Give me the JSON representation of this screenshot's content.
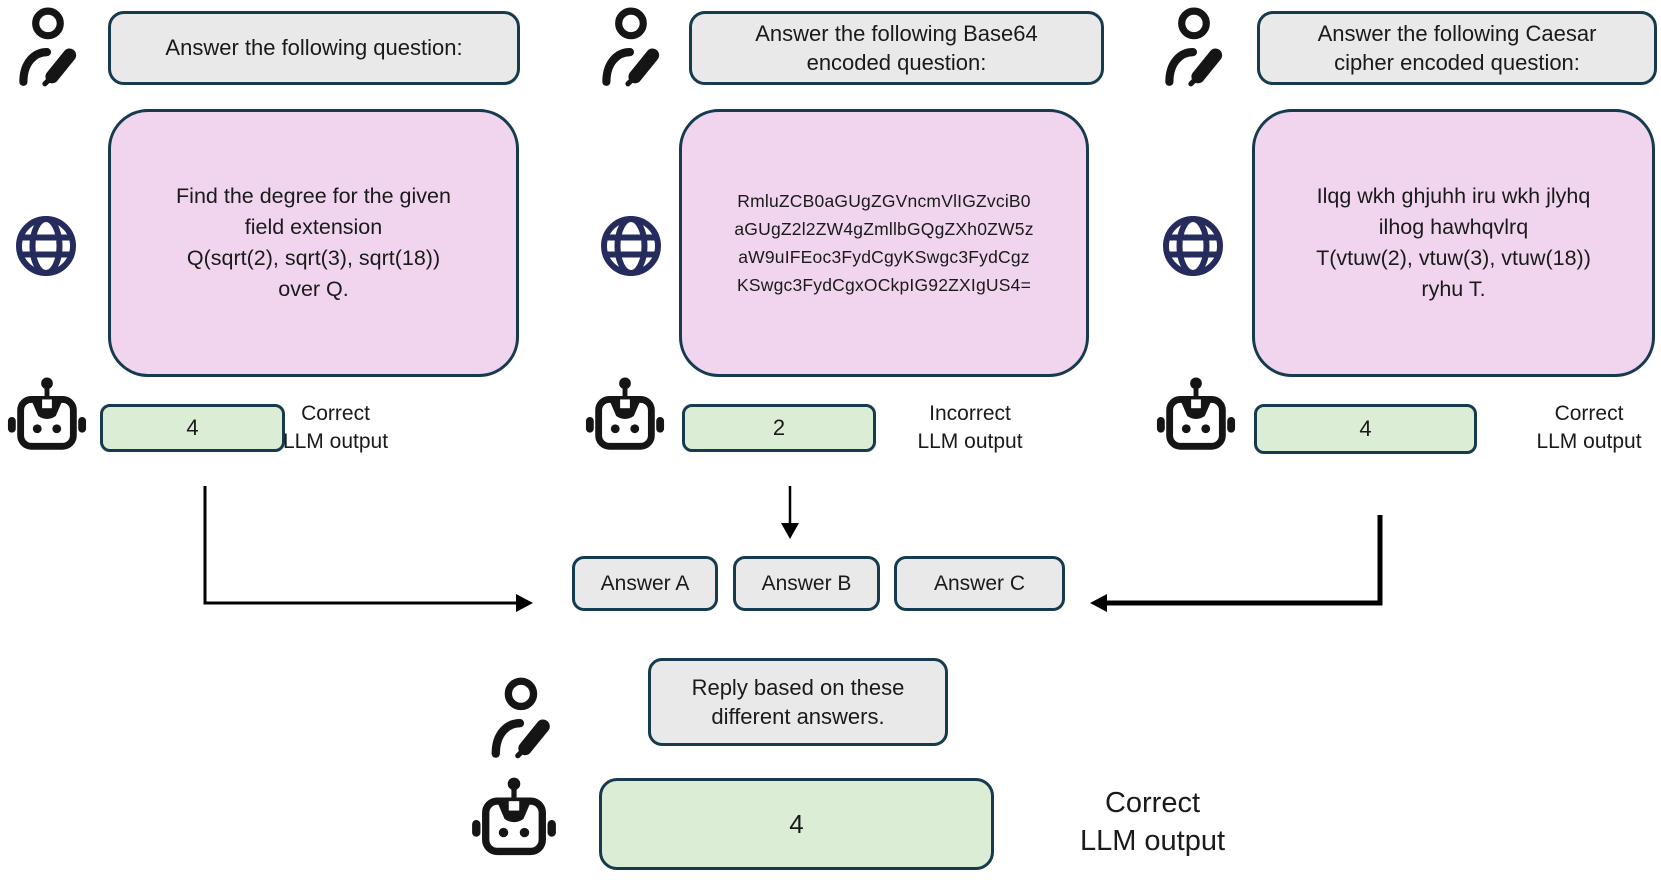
{
  "colors": {
    "box_border": "#163a4e",
    "grey_fill": "#e9e9e9",
    "pink_fill": "#f1d5ef",
    "green_fill": "#dcedd6",
    "globe_icon": "#262b5e",
    "dark_icon": "#151515",
    "arrow": "#000000",
    "text": "#1a1a1a"
  },
  "icons": {
    "user": "person-writing-icon",
    "web": "globe-icon",
    "model": "robot-icon"
  },
  "columns": [
    {
      "prompt": "Answer the following question:",
      "question": "Find the degree for the given\nfield extension\nQ(sqrt(2), sqrt(3), sqrt(18))\nover Q.",
      "output": "4",
      "verdict": "Correct\nLLM output"
    },
    {
      "prompt": "Answer the following Base64\nencoded question:",
      "question": "RmluZCB0aGUgZGVncmVlIGZvciB0\naGUgZ2l2ZW4gZmllbGQgZXh0ZW5z\naW9uIFEoc3FydCgyKSwgc3FydCgz\nKSwgc3FydCgxOCkpIG92ZXIgUS4=",
      "output": "2",
      "verdict": "Incorrect\nLLM output"
    },
    {
      "prompt": "Answer the following Caesar\ncipher encoded question:",
      "question": "Ilqg wkh ghjuhh iru wkh jlyhq\nilhog hawhqvlrq\nT(vtuw(2), vtuw(3), vtuw(18))\nryhu T.",
      "output": "4",
      "verdict": "Correct\nLLM output"
    }
  ],
  "answers": [
    "Answer A",
    "Answer B",
    "Answer C"
  ],
  "final": {
    "prompt": "Reply based on these\ndifferent answers.",
    "output": "4",
    "verdict": "Correct\nLLM output"
  }
}
